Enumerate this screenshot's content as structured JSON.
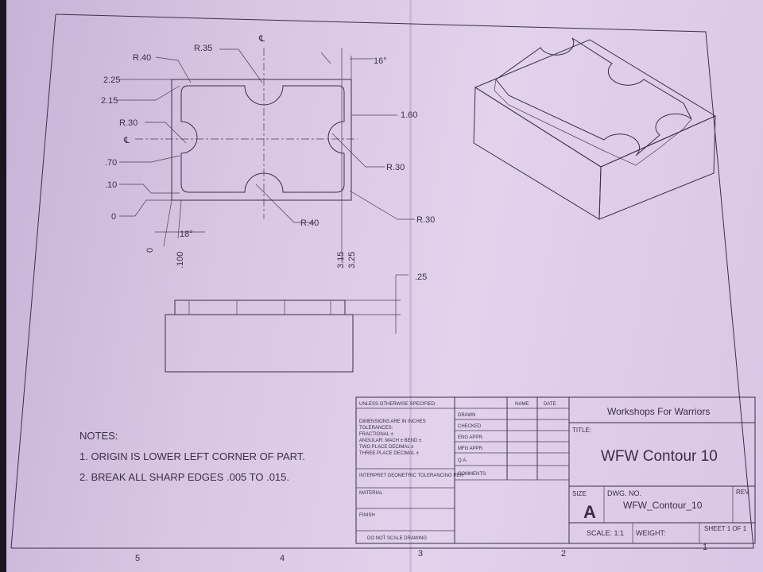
{
  "drawing": {
    "dimensions": {
      "r35": "R.35",
      "r40_top": "R.40",
      "d225": "2.25",
      "d215": "2.15",
      "r30_left": "R.30",
      "cl_mark": "℄",
      "d70": ".70",
      "d10": ".10",
      "d0_left": "0",
      "ang18": "18°",
      "ang16": "16°",
      "d160": "1.60",
      "r30_right": "R.30",
      "r40_bottom": "R.40",
      "r30_corner": "R.30",
      "x0": "0",
      "x100": ".100",
      "x315": "3.15",
      "x325": "3.25",
      "d25": ".25"
    }
  },
  "notes": {
    "heading": "NOTES:",
    "items": [
      "1. ORIGIN IS LOWER LEFT CORNER OF PART.",
      "2. BREAK ALL SHARP EDGES .005 TO .015."
    ]
  },
  "title_block": {
    "unless": "UNLESS OTHERWISE SPECIFIED:",
    "dims": "DIMENSIONS ARE IN INCHES",
    "tol": "TOLERANCES:",
    "frac": "FRACTIONAL ±",
    "angular": "ANGULAR: MACH ±   BEND ±",
    "two_place": "TWO PLACE DECIMAL   ±",
    "three_place": "THREE PLACE DECIMAL   ±",
    "interpret": "INTERPRET GEOMETRIC TOLERANCING PER:",
    "material": "MATERIAL",
    "finish": "FINISH",
    "do_not_scale": "DO NOT SCALE DRAWING",
    "name": "NAME",
    "date": "DATE",
    "drawn": "DRAWN",
    "checked": "CHECKED",
    "eng_appr": "ENG APPR.",
    "mfg_appr": "MFG APPR.",
    "qa": "Q.A.",
    "comments": "COMMENTS:",
    "company": "Workshops For Warriors",
    "title_label": "TITLE:",
    "title": "WFW Contour 10",
    "size_label": "SIZE",
    "size": "A",
    "dwg_label": "DWG.  NO.",
    "dwg": "WFW_Contour_10",
    "rev": "REV",
    "scale": "SCALE: 1:1",
    "weight": "WEIGHT:",
    "sheet": "SHEET 1 OF 1"
  },
  "zones": [
    "5",
    "4",
    "3",
    "2",
    "1"
  ]
}
